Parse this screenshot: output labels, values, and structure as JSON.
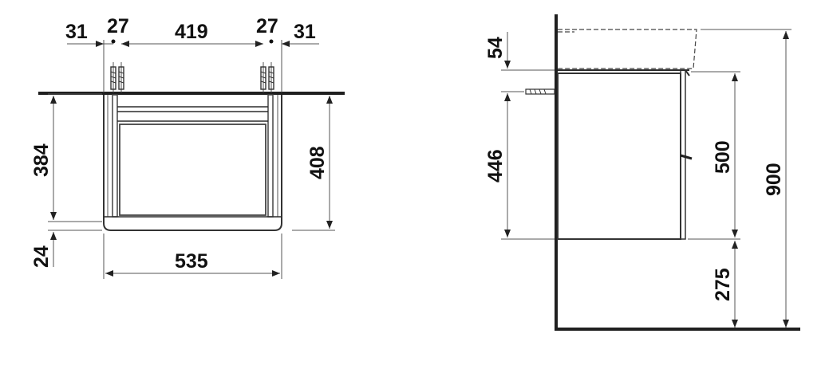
{
  "front_view": {
    "dims": {
      "left_margin": "31",
      "left_hole": "27",
      "hole_spacing": "419",
      "right_hole": "27",
      "right_margin": "31",
      "cabinet_height": "384",
      "overall_height": "408",
      "bottom_offset": "24",
      "width": "535"
    }
  },
  "side_view": {
    "dims": {
      "top_thickness": "54",
      "mount_height": "446",
      "cabinet_height": "500",
      "floor_clearance": "275",
      "total_height": "900"
    }
  }
}
